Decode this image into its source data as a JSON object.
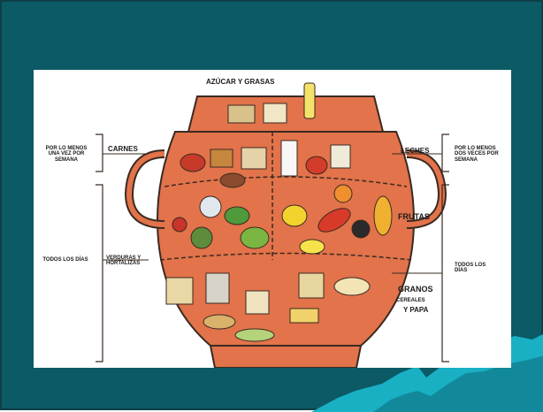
{
  "colors": {
    "background": "#0b5a66",
    "panel": "#ffffff",
    "pot": "#e2734a",
    "pot_outline": "#3a2a22",
    "wave": "#19b0c4"
  },
  "pyramid": {
    "top_label": "AZÚCAR Y GRASAS",
    "left": {
      "weekly_note": "POR LO MENOS UNA VEZ POR SEMANA",
      "meats": "CARNES",
      "daily_note": "TODOS LOS DÍAS",
      "vegetables": "VERDURAS Y HORTALIZAS"
    },
    "right": {
      "milk": "LECHES",
      "weekly_note": "POR LO MENOS DOS VECES POR SEMANA",
      "fruits": "FRUTAS",
      "daily_note": "TODOS LOS DÍAS",
      "grains_title": "GRANOS",
      "grains_sub": "CEREALES",
      "grains_tail": "Y PAPA"
    }
  }
}
